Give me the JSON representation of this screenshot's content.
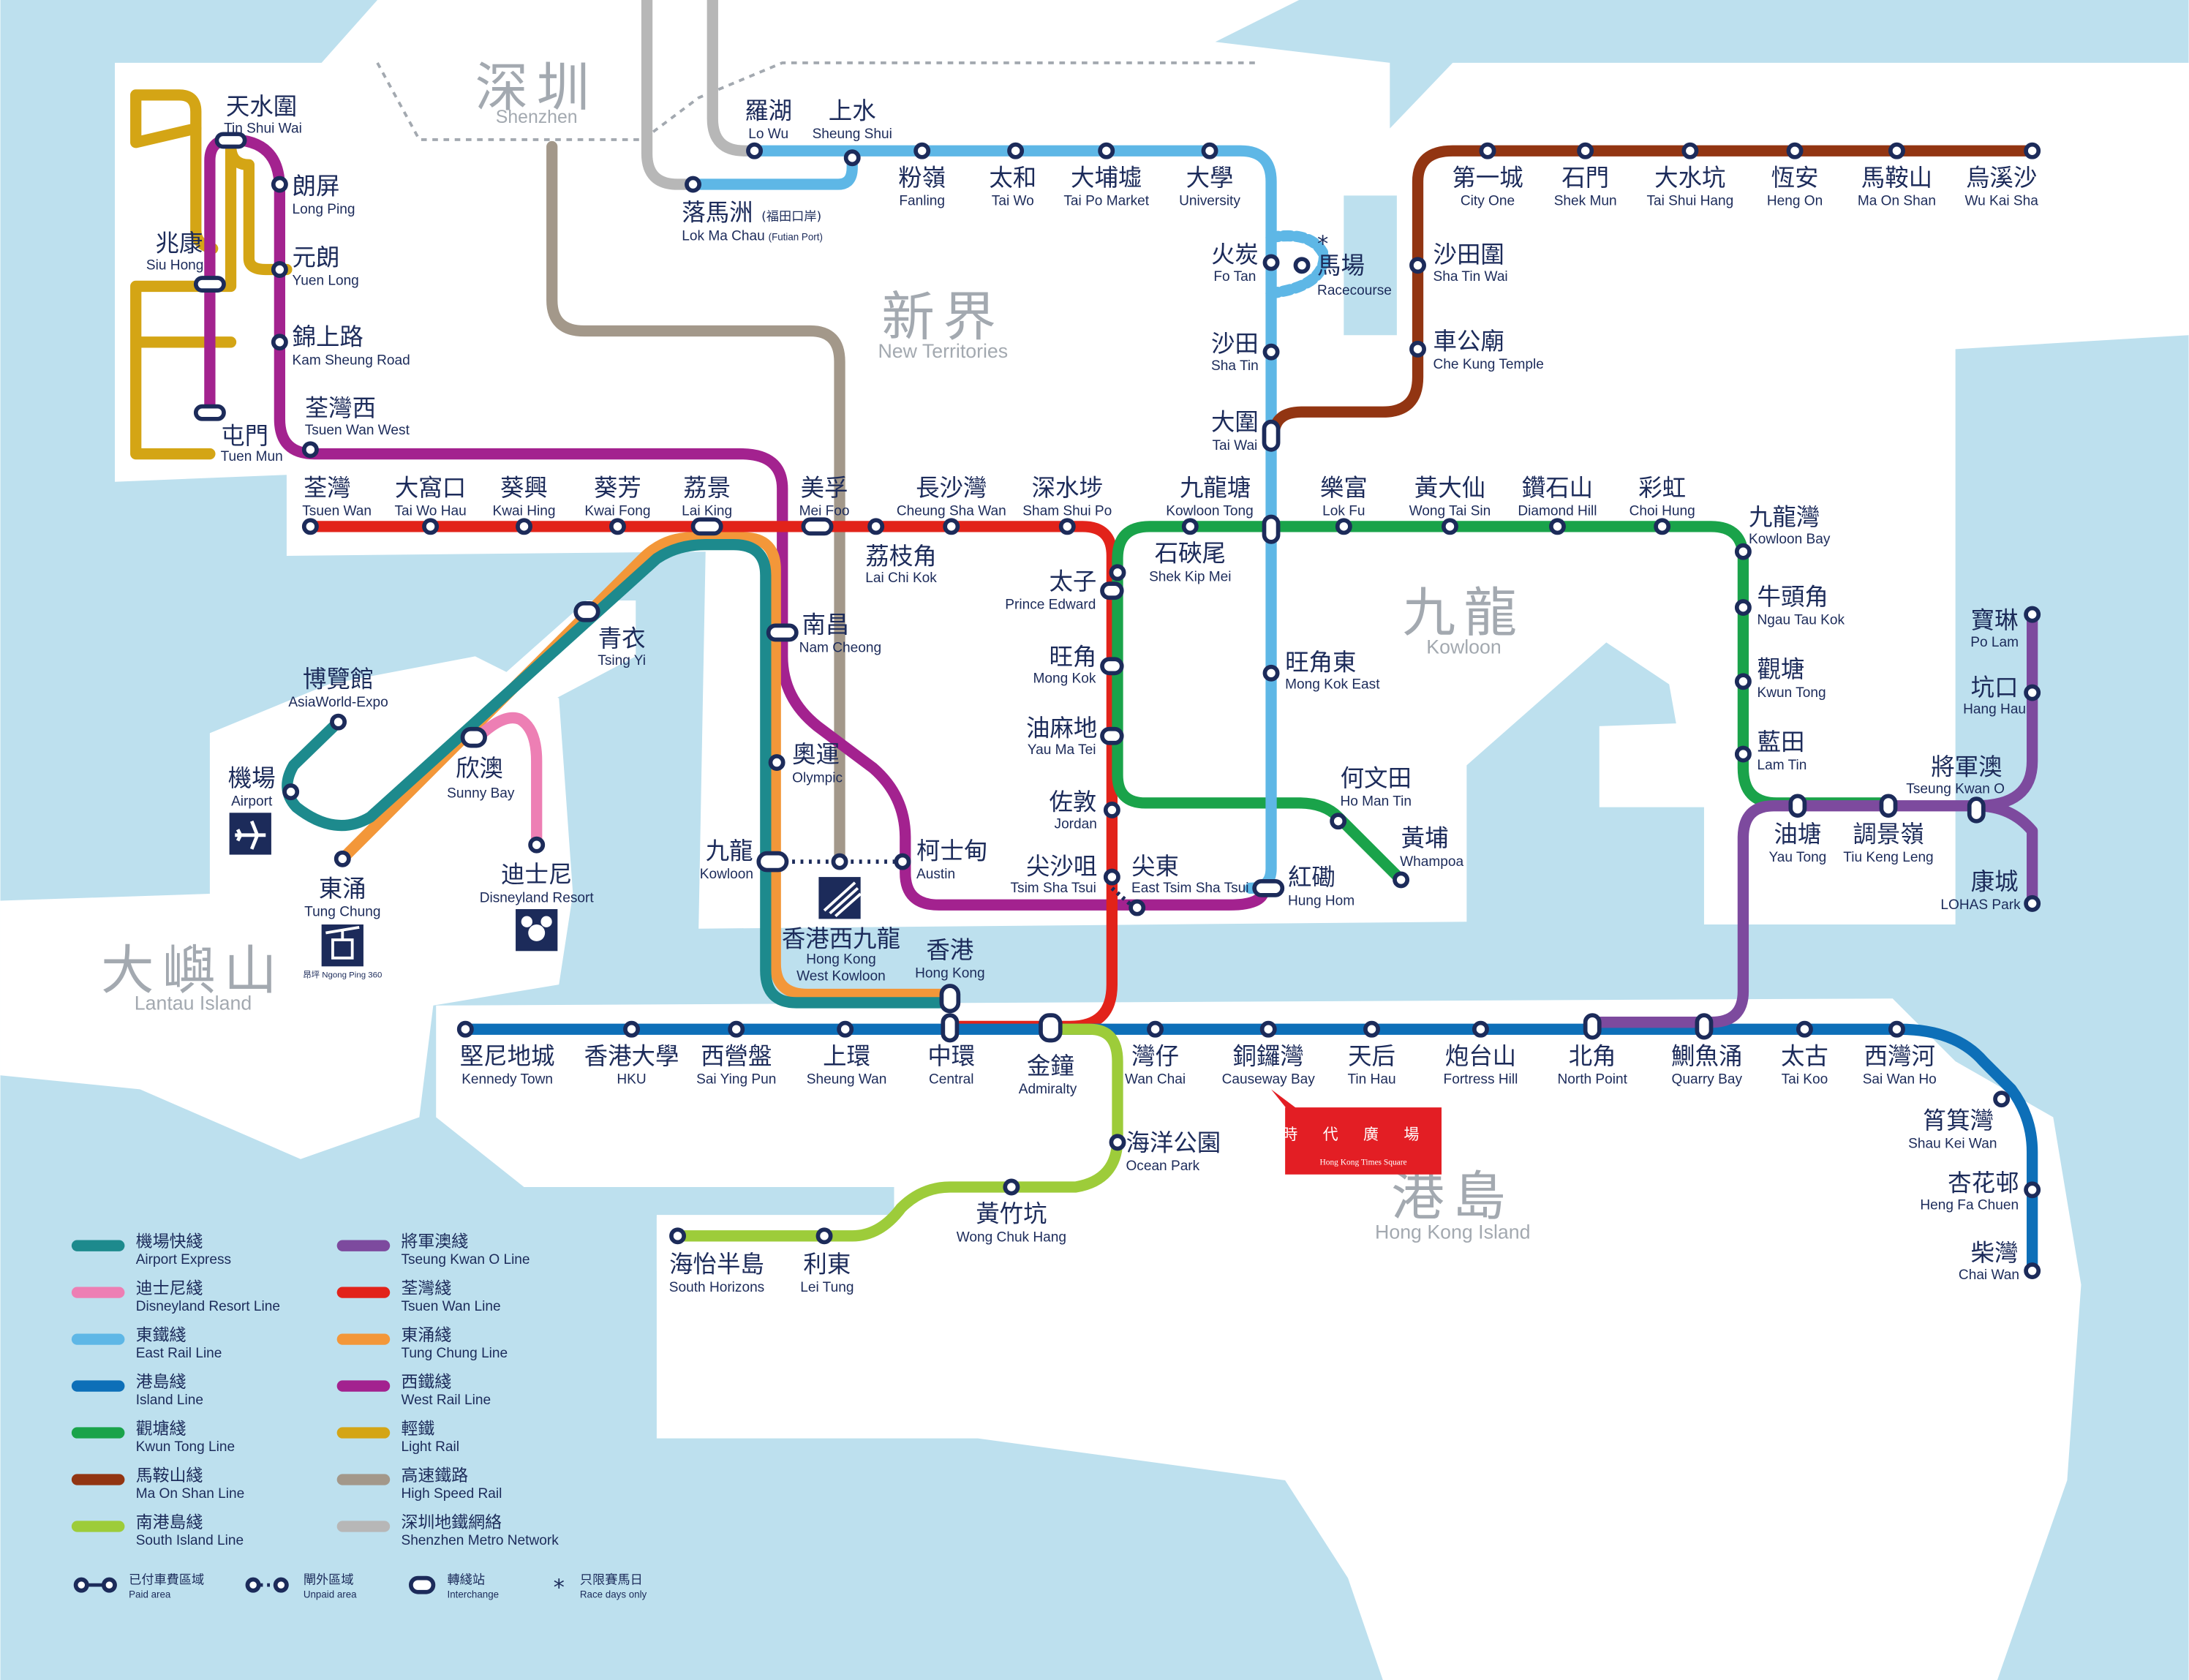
{
  "colors": {
    "water": "#bde0ee",
    "land": "#ffffff",
    "border": "#a3a9b0",
    "text": "#1c2b5a",
    "airport_express": "#1d8a8d",
    "disneyland_resort": "#ed7fb4",
    "east_rail": "#5eb7e6",
    "island": "#0d6fb8",
    "kwun_tong": "#1aa34a",
    "ma_on_shan": "#923512",
    "south_island": "#9dcc3a",
    "tseung_kwan_o": "#7d4a9e",
    "tsuen_wan": "#e2231a",
    "tung_chung": "#f39739",
    "west_rail": "#a3228f",
    "light_rail": "#d4a515",
    "high_speed_rail": "#a3988a",
    "shenzhen_metro": "#b7b7b7",
    "times_square": "#e31e24"
  },
  "areas": {
    "shenzhen": {
      "zh": "深圳",
      "en": "Shenzhen"
    },
    "new_territories": {
      "zh": "新界",
      "en": "New Territories"
    },
    "kowloon": {
      "zh": "九龍",
      "en": "Kowloon"
    },
    "hong_kong_island": {
      "zh": "港島",
      "en": "Hong Kong Island"
    },
    "lantau_island": {
      "zh": "大嶼山",
      "en": "Lantau Island"
    }
  },
  "stations": {
    "tin_shui_wai": {
      "zh": "天水圍",
      "en": "Tin Shui Wai"
    },
    "long_ping": {
      "zh": "朗屏",
      "en": "Long Ping"
    },
    "siu_hong": {
      "zh": "兆康",
      "en": "Siu Hong"
    },
    "yuen_long": {
      "zh": "元朗",
      "en": "Yuen Long"
    },
    "kam_sheung_road": {
      "zh": "錦上路",
      "en": "Kam Sheung Road"
    },
    "tsuen_wan_west": {
      "zh": "荃灣西",
      "en": "Tsuen Wan West"
    },
    "tuen_mun": {
      "zh": "屯門",
      "en": "Tuen Mun"
    },
    "lo_wu": {
      "zh": "羅湖",
      "en": "Lo Wu"
    },
    "sheung_shui": {
      "zh": "上水",
      "en": "Sheung Shui"
    },
    "lok_ma_chau": {
      "zh": "落馬洲",
      "zh_note": "(福田口岸)",
      "en": "Lok Ma Chau",
      "en_note": "(Futian Port)"
    },
    "fanling": {
      "zh": "粉嶺",
      "en": "Fanling"
    },
    "tai_wo": {
      "zh": "太和",
      "en": "Tai Wo"
    },
    "tai_po_market": {
      "zh": "大埔墟",
      "en": "Tai Po Market"
    },
    "university": {
      "zh": "大學",
      "en": "University"
    },
    "fo_tan": {
      "zh": "火炭",
      "en": "Fo Tan"
    },
    "racecourse": {
      "zh": "馬場",
      "en": "Racecourse",
      "mark": "*"
    },
    "sha_tin": {
      "zh": "沙田",
      "en": "Sha Tin"
    },
    "tai_wai": {
      "zh": "大圍",
      "en": "Tai Wai"
    },
    "city_one": {
      "zh": "第一城",
      "en": "City One"
    },
    "shek_mun": {
      "zh": "石門",
      "en": "Shek Mun"
    },
    "tai_shui_hang": {
      "zh": "大水坑",
      "en": "Tai Shui Hang"
    },
    "heng_on": {
      "zh": "恆安",
      "en": "Heng On"
    },
    "ma_on_shan": {
      "zh": "馬鞍山",
      "en": "Ma On Shan"
    },
    "wu_kai_sha": {
      "zh": "烏溪沙",
      "en": "Wu Kai Sha"
    },
    "sha_tin_wai": {
      "zh": "沙田圍",
      "en": "Sha Tin Wai"
    },
    "che_kung_temple": {
      "zh": "車公廟",
      "en": "Che Kung Temple"
    },
    "tsuen_wan": {
      "zh": "荃灣",
      "en": "Tsuen Wan"
    },
    "tai_wo_hau": {
      "zh": "大窩口",
      "en": "Tai Wo Hau"
    },
    "kwai_hing": {
      "zh": "葵興",
      "en": "Kwai Hing"
    },
    "kwai_fong": {
      "zh": "葵芳",
      "en": "Kwai Fong"
    },
    "lai_king": {
      "zh": "荔景",
      "en": "Lai King"
    },
    "mei_foo": {
      "zh": "美孚",
      "en": "Mei Foo"
    },
    "lai_chi_kok": {
      "zh": "荔枝角",
      "en": "Lai Chi Kok"
    },
    "cheung_sha_wan": {
      "zh": "長沙灣",
      "en": "Cheung Sha Wan"
    },
    "sham_shui_po": {
      "zh": "深水埗",
      "en": "Sham Shui Po"
    },
    "kowloon_tong": {
      "zh": "九龍塘",
      "en": "Kowloon Tong"
    },
    "shek_kip_mei": {
      "zh": "石硤尾",
      "en": "Shek Kip Mei"
    },
    "lok_fu": {
      "zh": "樂富",
      "en": "Lok Fu"
    },
    "wong_tai_sin": {
      "zh": "黃大仙",
      "en": "Wong Tai Sin"
    },
    "diamond_hill": {
      "zh": "鑽石山",
      "en": "Diamond Hill"
    },
    "choi_hung": {
      "zh": "彩虹",
      "en": "Choi Hung"
    },
    "kowloon_bay": {
      "zh": "九龍灣",
      "en": "Kowloon Bay"
    },
    "ngau_tau_kok": {
      "zh": "牛頭角",
      "en": "Ngau Tau Kok"
    },
    "kwun_tong": {
      "zh": "觀塘",
      "en": "Kwun Tong"
    },
    "lam_tin": {
      "zh": "藍田",
      "en": "Lam Tin"
    },
    "yau_tong": {
      "zh": "油塘",
      "en": "Yau Tong"
    },
    "tiu_keng_leng": {
      "zh": "調景嶺",
      "en": "Tiu Keng Leng"
    },
    "tseung_kwan_o": {
      "zh": "將軍澳",
      "en": "Tseung Kwan O"
    },
    "po_lam": {
      "zh": "寶琳",
      "en": "Po Lam"
    },
    "hang_hau": {
      "zh": "坑口",
      "en": "Hang Hau"
    },
    "lohas_park": {
      "zh": "康城",
      "en": "LOHAS Park"
    },
    "prince_edward": {
      "zh": "太子",
      "en": "Prince Edward"
    },
    "mong_kok": {
      "zh": "旺角",
      "en": "Mong Kok"
    },
    "mong_kok_east": {
      "zh": "旺角東",
      "en": "Mong Kok East"
    },
    "yau_ma_tei": {
      "zh": "油麻地",
      "en": "Yau Ma Tei"
    },
    "jordan": {
      "zh": "佐敦",
      "en": "Jordan"
    },
    "tsim_sha_tsui": {
      "zh": "尖沙咀",
      "en": "Tsim Sha Tsui"
    },
    "east_tsim_sha_tsui": {
      "zh": "尖東",
      "en": "East Tsim Sha Tsui"
    },
    "hung_hom": {
      "zh": "紅磡",
      "en": "Hung Hom"
    },
    "ho_man_tin": {
      "zh": "何文田",
      "en": "Ho Man Tin"
    },
    "whampoa": {
      "zh": "黃埔",
      "en": "Whampoa"
    },
    "nam_cheong": {
      "zh": "南昌",
      "en": "Nam Cheong"
    },
    "olympic": {
      "zh": "奧運",
      "en": "Olympic"
    },
    "kowloon": {
      "zh": "九龍",
      "en": "Kowloon"
    },
    "austin": {
      "zh": "柯士甸",
      "en": "Austin"
    },
    "hong_kong_west_kowloon": {
      "zh": "香港西九龍",
      "en": "Hong Kong",
      "en2": "West Kowloon"
    },
    "hong_kong": {
      "zh": "香港",
      "en": "Hong Kong"
    },
    "tsing_yi": {
      "zh": "青衣",
      "en": "Tsing Yi"
    },
    "asiaworld_expo": {
      "zh": "博覽館",
      "en": "AsiaWorld-Expo"
    },
    "airport": {
      "zh": "機場",
      "en": "Airport"
    },
    "sunny_bay": {
      "zh": "欣澳",
      "en": "Sunny Bay"
    },
    "disneyland_resort": {
      "zh": "迪士尼",
      "en": "Disneyland Resort"
    },
    "tung_chung": {
      "zh": "東涌",
      "en": "Tung Chung",
      "note": "昂坪 Ngong Ping 360"
    },
    "kennedy_town": {
      "zh": "堅尼地城",
      "en": "Kennedy Town"
    },
    "hku": {
      "zh": "香港大學",
      "en": "HKU"
    },
    "sai_ying_pun": {
      "zh": "西營盤",
      "en": "Sai Ying Pun"
    },
    "sheung_wan": {
      "zh": "上環",
      "en": "Sheung Wan"
    },
    "central": {
      "zh": "中環",
      "en": "Central"
    },
    "admiralty": {
      "zh": "金鐘",
      "en": "Admiralty"
    },
    "wan_chai": {
      "zh": "灣仔",
      "en": "Wan Chai"
    },
    "causeway_bay": {
      "zh": "銅鑼灣",
      "en": "Causeway Bay"
    },
    "tin_hau": {
      "zh": "天后",
      "en": "Tin Hau"
    },
    "fortress_hill": {
      "zh": "炮台山",
      "en": "Fortress Hill"
    },
    "north_point": {
      "zh": "北角",
      "en": "North Point"
    },
    "quarry_bay": {
      "zh": "鰂魚涌",
      "en": "Quarry Bay"
    },
    "tai_koo": {
      "zh": "太古",
      "en": "Tai Koo"
    },
    "sai_wan_ho": {
      "zh": "西灣河",
      "en": "Sai Wan Ho"
    },
    "shau_kei_wan": {
      "zh": "筲箕灣",
      "en": "Shau Kei Wan"
    },
    "heng_fa_chuen": {
      "zh": "杏花邨",
      "en": "Heng Fa Chuen"
    },
    "chai_wan": {
      "zh": "柴灣",
      "en": "Chai Wan"
    },
    "ocean_park": {
      "zh": "海洋公園",
      "en": "Ocean Park"
    },
    "wong_chuk_hang": {
      "zh": "黃竹坑",
      "en": "Wong Chuk Hang"
    },
    "lei_tung": {
      "zh": "利東",
      "en": "Lei Tung"
    },
    "south_horizons": {
      "zh": "海怡半島",
      "en": "South Horizons"
    }
  },
  "times_square": {
    "zh": "時代廣場",
    "en": "Hong Kong Times Square"
  },
  "legend": {
    "lines": [
      {
        "zh": "機場快綫",
        "en": "Airport Express",
        "color": "#1d8a8d"
      },
      {
        "zh": "迪士尼綫",
        "en": "Disneyland Resort Line",
        "color": "#ed7fb4"
      },
      {
        "zh": "東鐵綫",
        "en": "East Rail Line",
        "color": "#5eb7e6"
      },
      {
        "zh": "港島綫",
        "en": "Island Line",
        "color": "#0d6fb8"
      },
      {
        "zh": "觀塘綫",
        "en": "Kwun Tong Line",
        "color": "#1aa34a"
      },
      {
        "zh": "馬鞍山綫",
        "en": "Ma On Shan Line",
        "color": "#923512"
      },
      {
        "zh": "南港島綫",
        "en": "South Island Line",
        "color": "#9dcc3a"
      },
      {
        "zh": "將軍澳綫",
        "en": "Tseung Kwan O Line",
        "color": "#7d4a9e"
      },
      {
        "zh": "荃灣綫",
        "en": "Tsuen Wan Line",
        "color": "#e2231a"
      },
      {
        "zh": "東涌綫",
        "en": "Tung Chung Line",
        "color": "#f39739"
      },
      {
        "zh": "西鐵綫",
        "en": "West Rail Line",
        "color": "#a3228f"
      },
      {
        "zh": "輕鐵",
        "en": "Light Rail",
        "color": "#d4a515"
      },
      {
        "zh": "高速鐵路",
        "en": "High Speed Rail",
        "color": "#a3988a"
      },
      {
        "zh": "深圳地鐵網絡",
        "en": "Shenzhen Metro Network",
        "color": "#b7b7b7"
      }
    ],
    "keys": [
      {
        "zh": "已付車費區域",
        "en": "Paid area"
      },
      {
        "zh": "閘外區域",
        "en": "Unpaid area"
      },
      {
        "zh": "轉綫站",
        "en": "Interchange"
      },
      {
        "zh": "只限賽馬日",
        "en": "Race days only",
        "mark": "*"
      }
    ]
  }
}
